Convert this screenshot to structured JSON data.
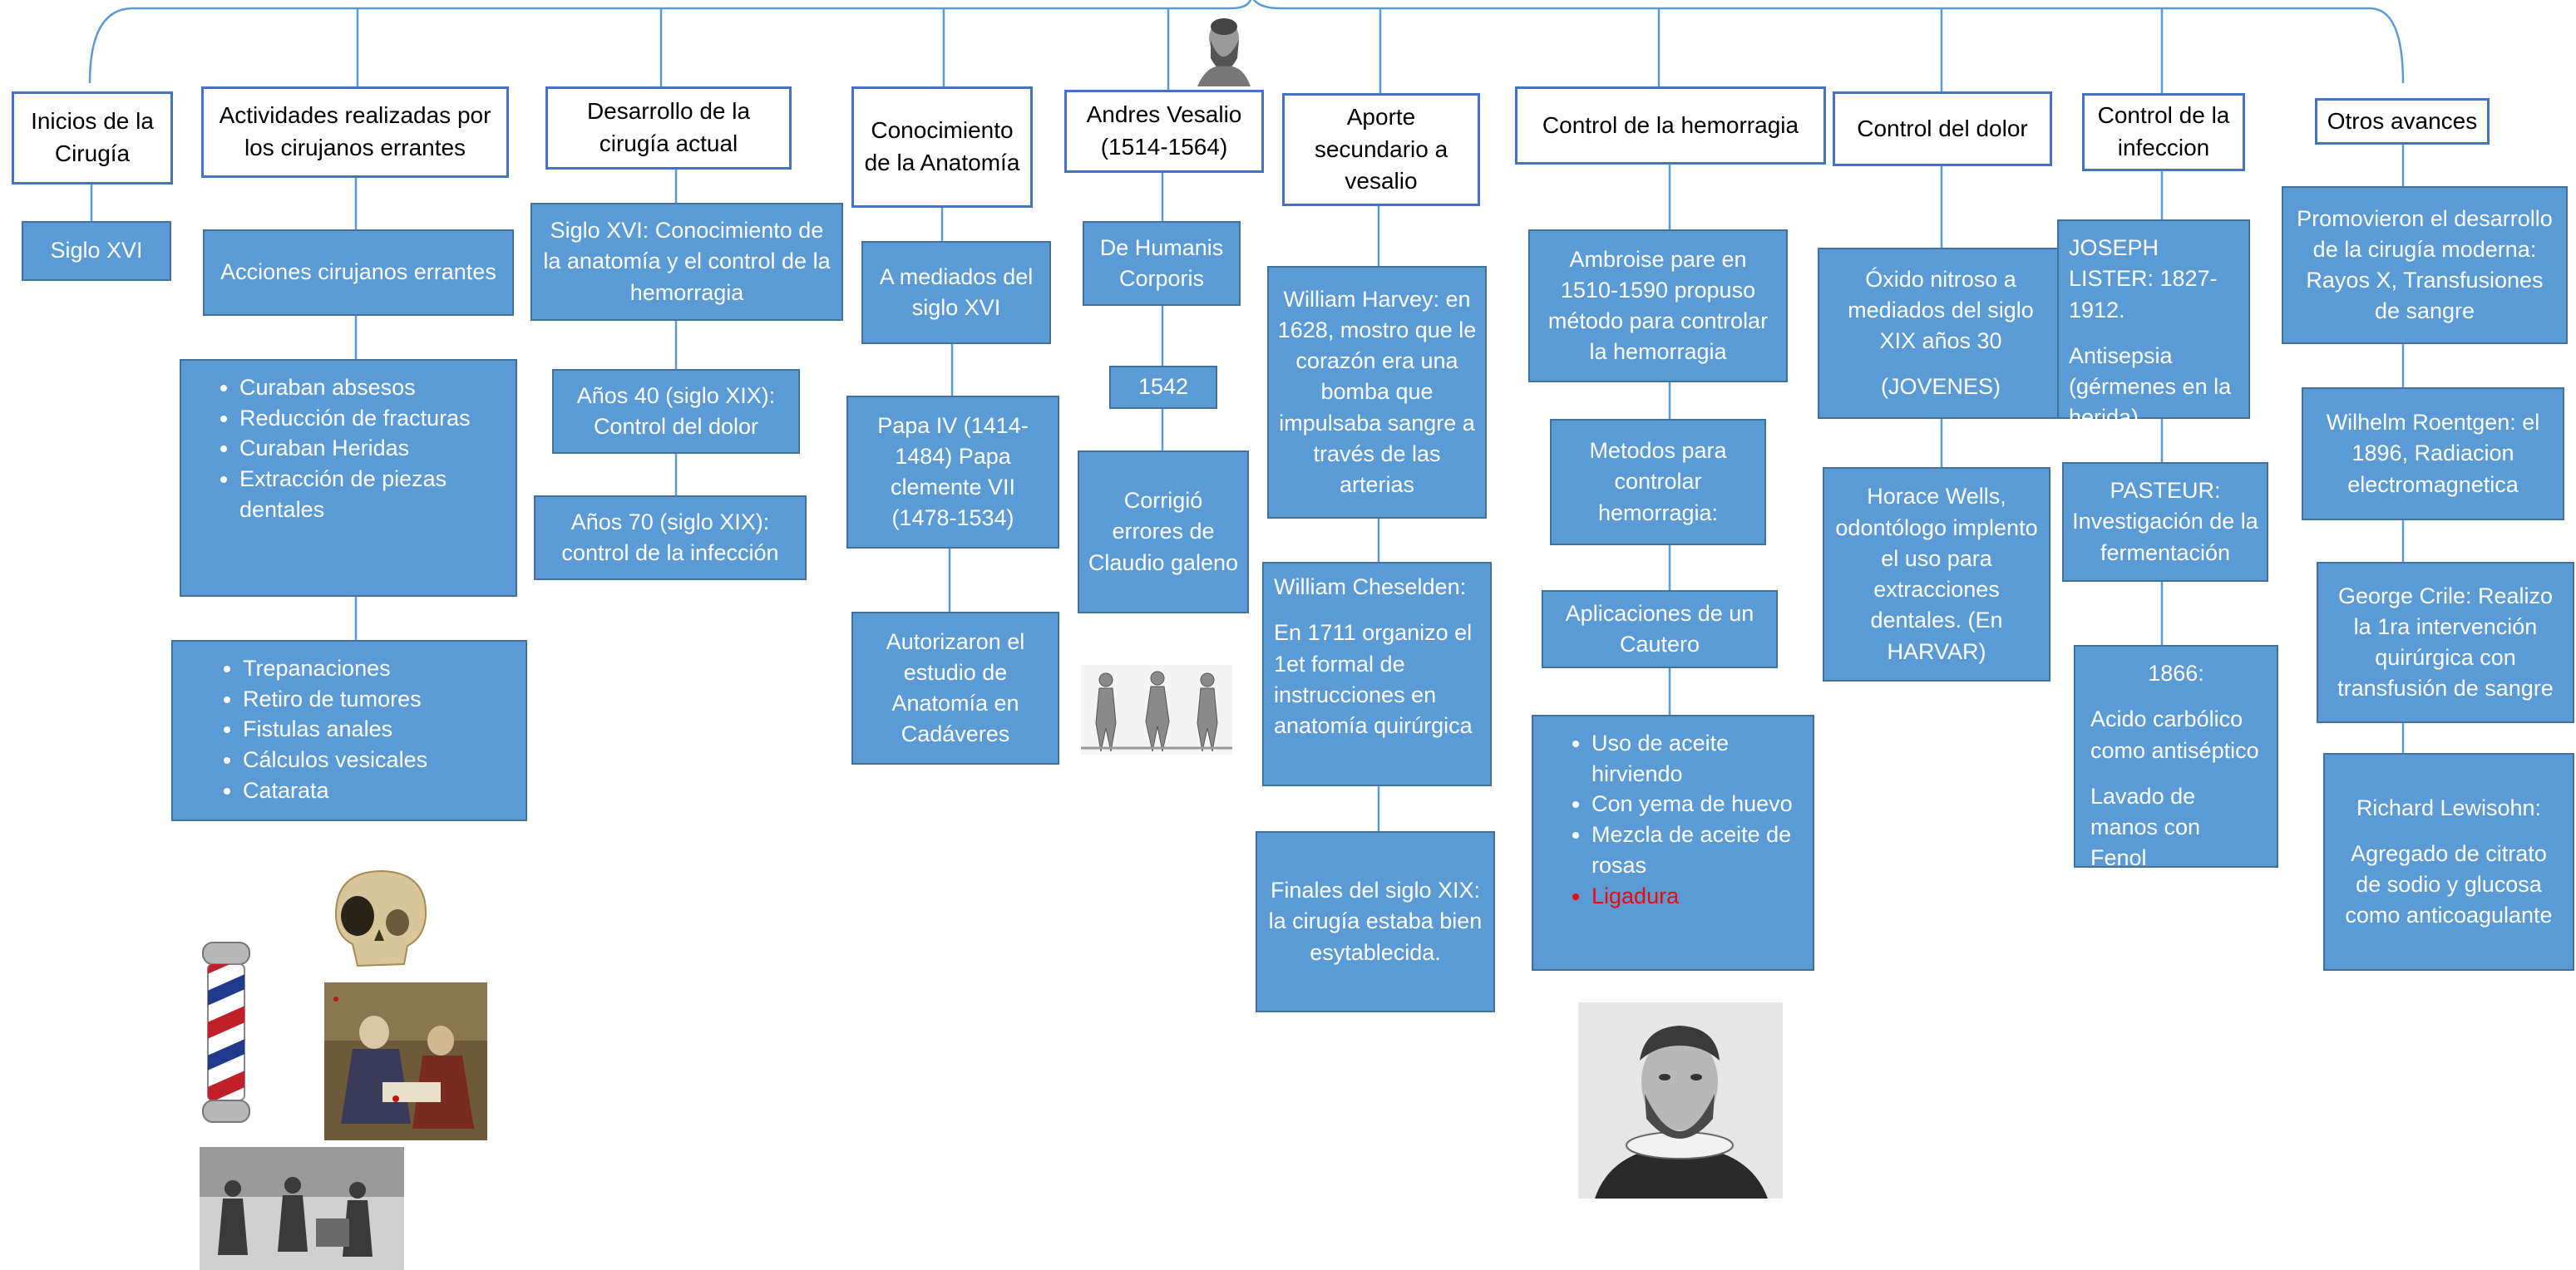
{
  "columns": [
    {
      "title": "Inicios de la Cirugía",
      "nodes": [
        "Siglo XVI"
      ]
    },
    {
      "title": "Actividades realizadas por los cirujanos errantes",
      "nodes": [
        "Acciones cirujanos errantes"
      ],
      "list1": [
        "Curaban absesos",
        "Reducción de fracturas",
        "Curaban Heridas",
        "Extracción de piezas dentales"
      ],
      "list2": [
        "Trepanaciones",
        "Retiro de tumores",
        "Fistulas anales",
        "Cálculos vesicales",
        "Catarata"
      ]
    },
    {
      "title": "Desarrollo de la cirugía actual",
      "nodes": [
        "Siglo XVI: Conocimiento de la anatomía y el control de la hemorragia",
        "Años 40 (siglo XIX): Control del dolor",
        "Años 70 (siglo XIX): control de la infección"
      ]
    },
    {
      "title": "Conocimiento de la Anatomía",
      "nodes": [
        "A mediados del siglo XVI",
        "Papa IV (1414-1484) Papa clemente VII (1478-1534)",
        "Autorizaron el estudio de Anatomía en Cadáveres"
      ]
    },
    {
      "title": "Andres Vesalio (1514-1564)",
      "nodes": [
        "De Humanis Corporis",
        "1542",
        "Corrigió errores de Claudio galeno"
      ]
    },
    {
      "title": "Aporte secundario a vesalio",
      "nodes": [
        "William Harvey: en 1628, mostro que le corazón era una bomba que impulsaba sangre a través de las arterias",
        "William Cheselden:",
        "En 1711 organizo el 1et formal de instrucciones en anatomía quirúrgica",
        "Finales del siglo XIX: la cirugía estaba bien esytablecida."
      ]
    },
    {
      "title": "Control de la hemorragia",
      "nodes": [
        "Ambroise pare en 1510-1590 propuso método para controlar la hemorragia",
        "Metodos para controlar hemorragia:",
        "Aplicaciones de un Cautero"
      ],
      "list": [
        "Uso de aceite hirviendo",
        "Con yema de huevo",
        "Mezcla de aceite de rosas"
      ],
      "list_highlight": "Ligadura"
    },
    {
      "title": "Control del dolor",
      "nodes": [
        "Óxido nitroso a mediados del siglo XIX años 30",
        "(JOVENES)",
        "Horace Wells, odontólogo implento el uso para extracciones dentales. (En HARVAR)"
      ]
    },
    {
      "title": "Control de la infeccion",
      "nodes": [
        "JOSEPH LISTER: 1827-1912.",
        "Antisepsia (gérmenes en la herida)",
        "PASTEUR: Investigación de la fermentación",
        "1866:",
        "Acido carbólico como antiséptico",
        "Lavado de manos con Fenol"
      ]
    },
    {
      "title": "Otros avances",
      "nodes": [
        "Promovieron el desarrollo de la cirugía moderna: Rayos X, Transfusiones de sangre",
        "Wilhelm Roentgen:  el 1896, Radiacion electromagnetica",
        "George Crile: Realizo la 1ra intervención quirúrgica con transfusión de sangre",
        "Richard Lewisohn:",
        "Agregado de citrato de sodio y glucosa como anticoagulante"
      ]
    }
  ],
  "colors": {
    "header_border": "#4472c4",
    "box_fill": "#5b9bd5",
    "box_border": "#41719c",
    "connector": "#5b9bd5",
    "highlight": "#ff0000"
  }
}
